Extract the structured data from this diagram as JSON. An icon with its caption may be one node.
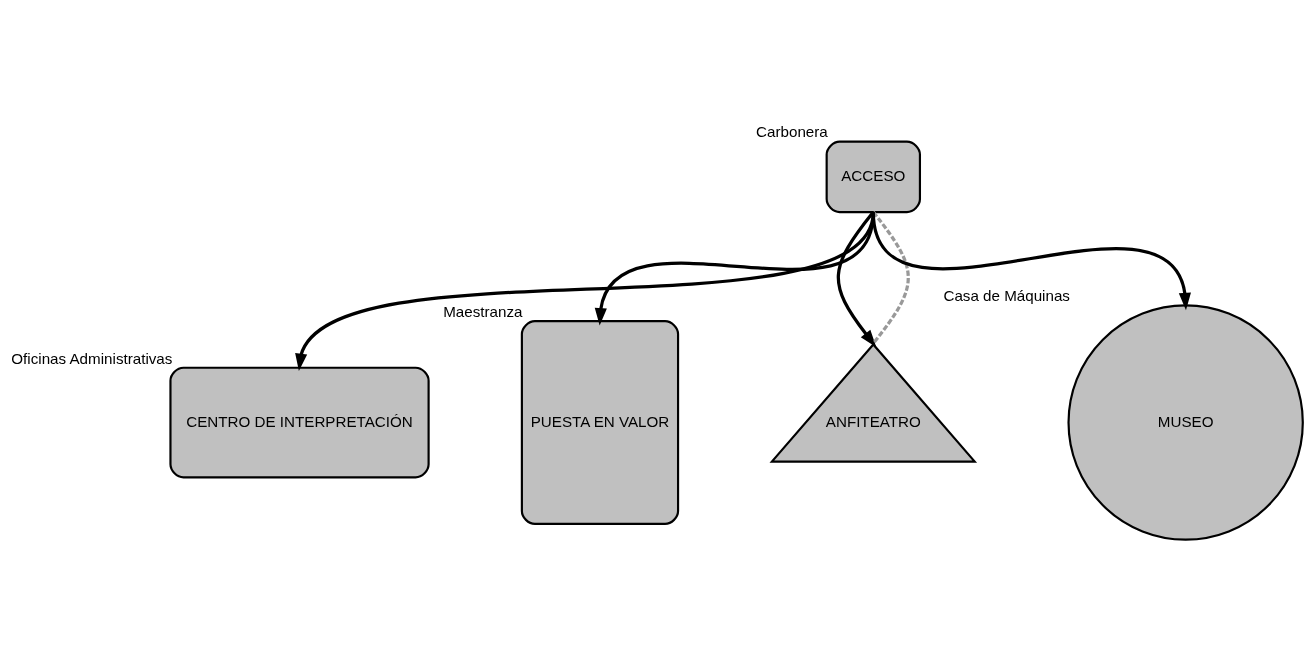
{
  "diagram": {
    "nodes": [
      {
        "text": [
          "ACCESO"
        ],
        "beside": [
          "Carbonera"
        ]
      },
      {
        "text": [
          "CENTRO DE INTERPRETACIÓN"
        ],
        "beside": [
          "Oficinas Administrativas"
        ]
      },
      {
        "text": [
          "PUESTA EN VALOR"
        ],
        "beside": [
          "Maestranza"
        ]
      },
      {
        "text": [
          "ANFITEATRO"
        ]
      },
      {
        "text": [
          "MUSEO"
        ],
        "beside": [
          "Casa de Máquinas"
        ]
      }
    ],
    "edges": [
      {
        "from": 0,
        "to": 3,
        "arrow": "to"
      },
      {
        "from": 0,
        "to": 3,
        "arrow": "none",
        "style": "dashed",
        "color": "#999999"
      },
      {
        "from": 0,
        "to": 1,
        "arrow": "to"
      },
      {
        "from": 0,
        "to": 2,
        "arrow": "to"
      },
      {
        "from": 0,
        "to": 4,
        "arrow": "to"
      }
    ]
  }
}
